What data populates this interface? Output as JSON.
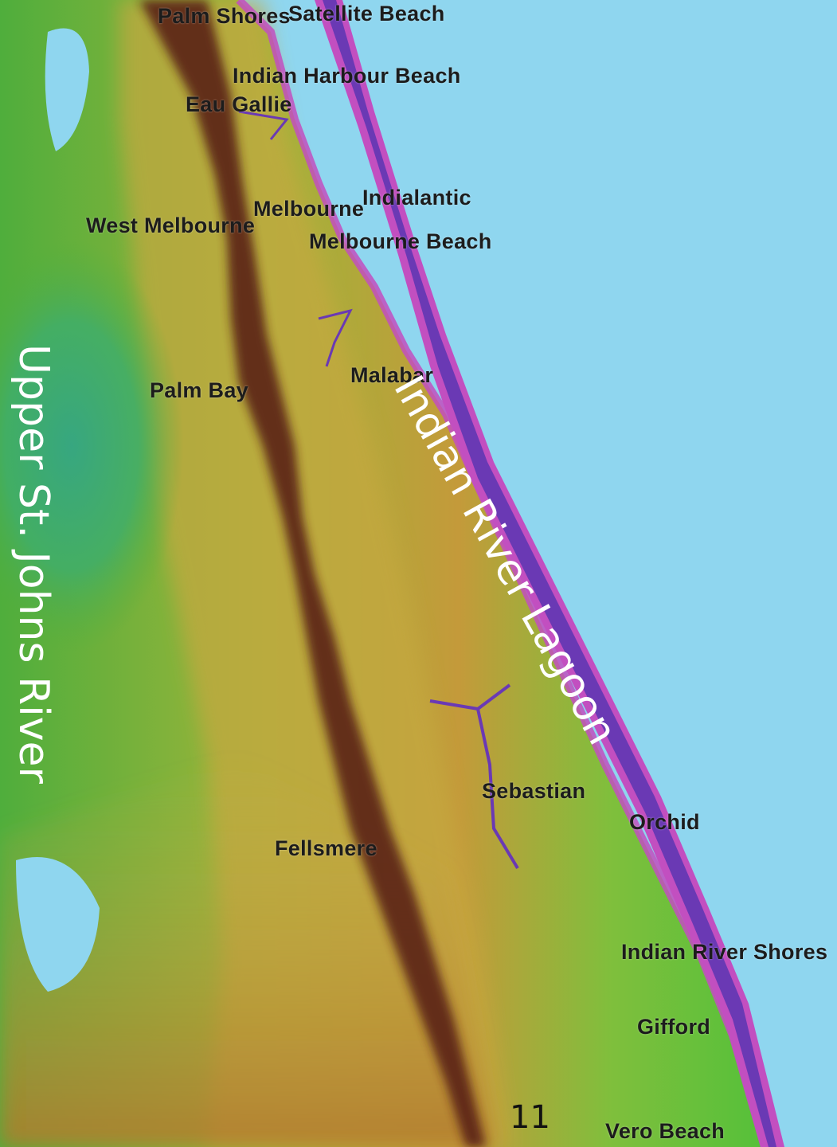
{
  "map": {
    "colors": {
      "ocean": "#8fd6ef",
      "ridge": "#5a2418",
      "upland": "#b27a2c",
      "midland": "#c6b24a",
      "lowland": "#62b83a",
      "wetland": "#2fa58c",
      "shore_magenta": "#c24fc0",
      "shore_purple": "#6a39b4",
      "lake": "#8fd6ef"
    },
    "places": [
      "Palm Shores",
      "Satellite Beach",
      "Indian Harbour Beach",
      "Eau Gallie",
      "Indialantic",
      "Melbourne",
      "West Melbourne",
      "Melbourne Beach",
      "Palm Bay",
      "Malabar",
      "Sebastian",
      "Orchid",
      "Fellsmere",
      "Indian River Shores",
      "Gifford",
      "Vero Beach"
    ],
    "water_labels": {
      "indian_river_lagoon": "Indian River Lagoon",
      "upper_st_johns_river": "Upper St. Johns River"
    },
    "page_number": "11"
  }
}
